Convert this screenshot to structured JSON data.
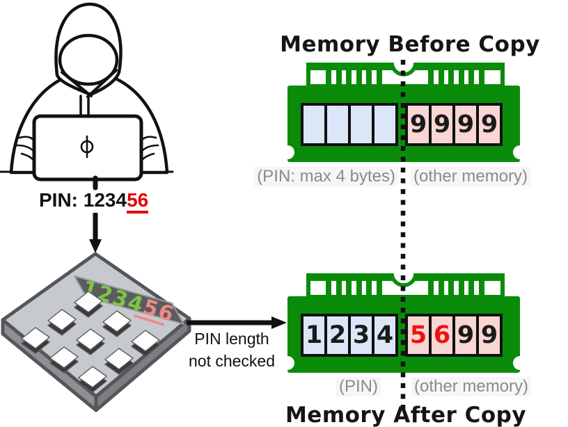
{
  "hacker_section": {
    "caption_black": "PIN: 1234",
    "caption_overflow": "56"
  },
  "keypad": {
    "display_ok": "1234",
    "display_overflow": "56"
  },
  "copy_arrow": {
    "label_line1": "PIN length",
    "label_line2": "not checked"
  },
  "memory_before": {
    "title": "Memory Before Copy",
    "left_region_label": "(PIN: max 4 bytes)",
    "right_region_label": "(other memory)",
    "pin_cells": [
      {
        "value": "",
        "color": "#1a1a1a"
      },
      {
        "value": "",
        "color": "#1a1a1a"
      },
      {
        "value": "",
        "color": "#1a1a1a"
      },
      {
        "value": "",
        "color": "#1a1a1a"
      }
    ],
    "other_cells": [
      {
        "value": "9",
        "color": "#1a1a1a"
      },
      {
        "value": "9",
        "color": "#1a1a1a"
      },
      {
        "value": "9",
        "color": "#1a1a1a"
      },
      {
        "value": "9",
        "color": "#1a1a1a"
      }
    ]
  },
  "memory_after": {
    "title": "Memory After Copy",
    "left_region_label": "(PIN)",
    "right_region_label": "(other memory)",
    "pin_cells": [
      {
        "value": "1",
        "color": "#1a1a1a"
      },
      {
        "value": "2",
        "color": "#1a1a1a"
      },
      {
        "value": "3",
        "color": "#1a1a1a"
      },
      {
        "value": "4",
        "color": "#1a1a1a"
      }
    ],
    "other_cells": [
      {
        "value": "5",
        "color": "#ee1111"
      },
      {
        "value": "6",
        "color": "#ee1111"
      },
      {
        "value": "9",
        "color": "#1a1a1a"
      },
      {
        "value": "9",
        "color": "#1a1a1a"
      }
    ]
  },
  "colors": {
    "module_green": "#0a8c0a",
    "pin_cell_blue": "#dbe7f8",
    "other_cell_pink": "#f8d6d4",
    "overflow_red": "#ee1111",
    "caption_red": "#e60000",
    "display_green": "#7dc642",
    "display_salmon": "#f08888",
    "label_gray": "#8a8a8a"
  }
}
